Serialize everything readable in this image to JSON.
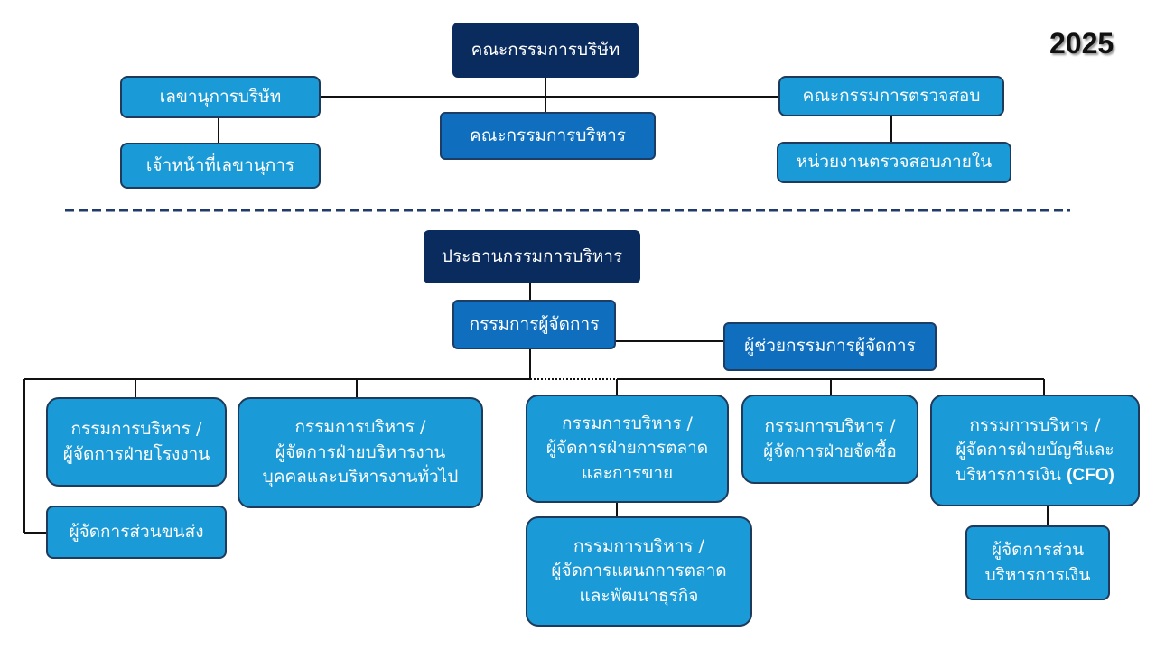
{
  "year": "2025",
  "board": {
    "company_board": "คณะกรรมการบริษัท",
    "company_secretary": "เลขานุการบริษัท",
    "secretary_officer": "เจ้าหน้าที่เลขานุการ",
    "executive_committee": "คณะกรรมการบริหาร",
    "audit_committee": "คณะกรรมการตรวจสอบ",
    "internal_audit": "หน่วยงานตรวจสอบภายใน"
  },
  "management": {
    "executive_chairman": "ประธานกรรมการบริหาร",
    "managing_director": "กรรมการผู้จัดการ",
    "assistant_md": "ผู้ช่วยกรรมการผู้จัดการ",
    "factory": [
      "กรรมการบริหาร /",
      "ผู้จัดการฝ่ายโรงงาน"
    ],
    "logistics": "ผู้จัดการส่วนขนส่ง",
    "hr_admin": [
      "กรรมการบริหาร /",
      "ผู้จัดการฝ่ายบริหารงาน",
      "บุคคลและบริหารงานทั่วไป"
    ],
    "marketing_sales": [
      "กรรมการบริหาร /",
      "ผู้จัดการฝ่ายการตลาด",
      "และการขาย"
    ],
    "marketing_bizdev": [
      "กรรมการบริหาร /",
      "ผู้จัดการแผนกการตลาด",
      "และพัฒนาธุรกิจ"
    ],
    "procurement": [
      "กรรมการบริหาร /",
      "ผู้จัดการฝ่ายจัดซื้อ"
    ],
    "accounting_finance": [
      "กรรมการบริหาร /",
      "ผู้จัดการฝ่ายบัญชีและ",
      "บริหารการเงิน",
      "(CFO)"
    ],
    "finance_section": [
      "ผู้จัดการส่วน",
      "บริหารการเงิน"
    ]
  },
  "colors": {
    "top_level": "#0a2b5e",
    "mid_level": "#0f6fbe",
    "unit_level": "#1a9ad6",
    "divider": "#1f3a6b"
  }
}
